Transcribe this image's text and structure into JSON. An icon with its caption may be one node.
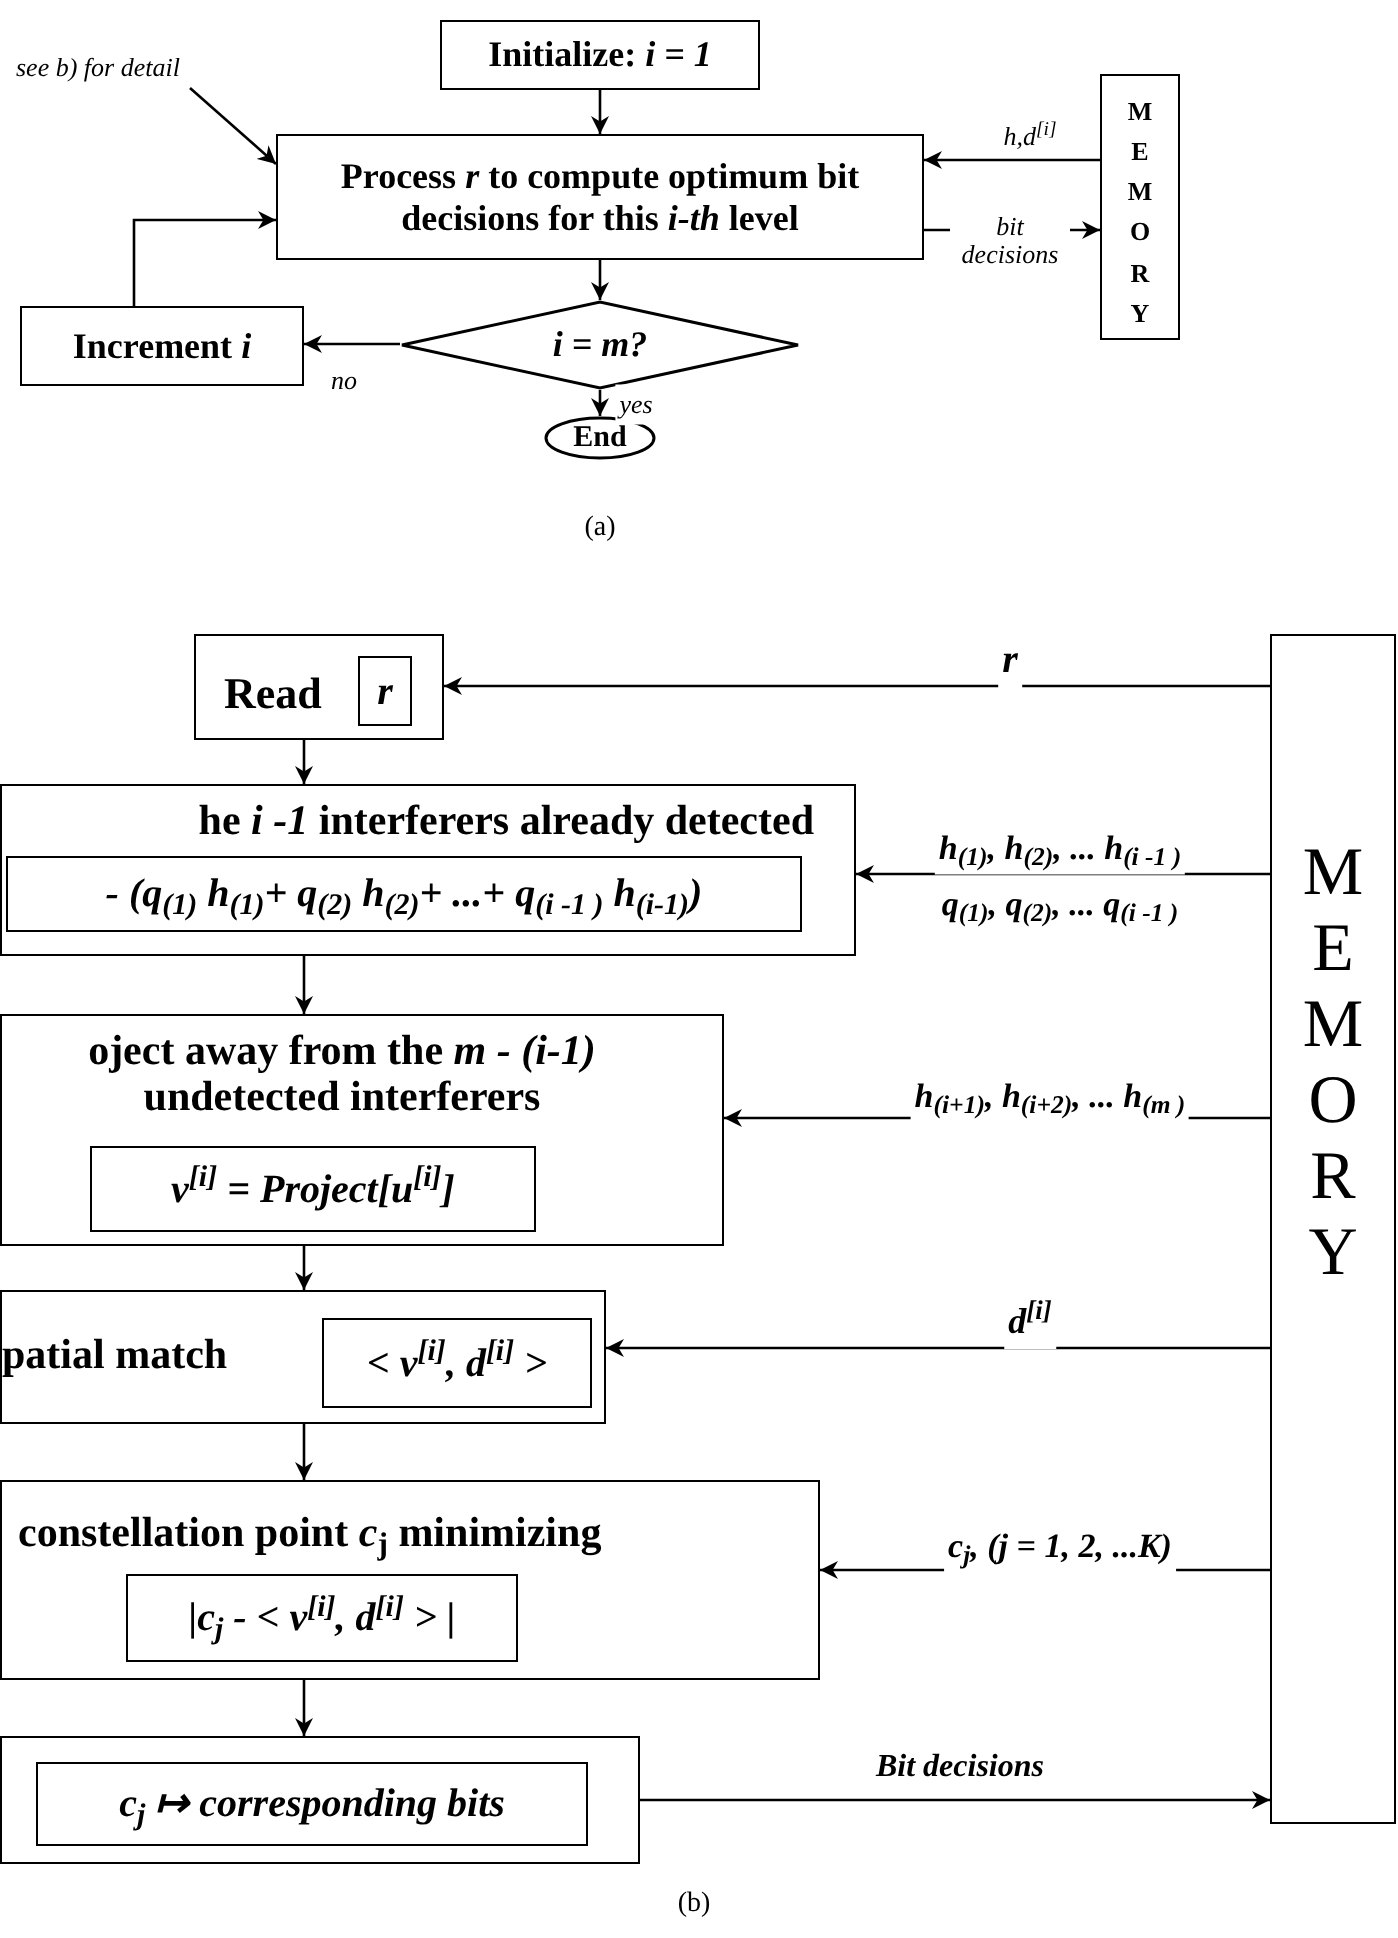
{
  "diagram": {
    "nodes": [
      {
        "text": [
          "see b) for detail"
        ]
      },
      {
        "text": [
          "Initialize: *i = 1*"
        ]
      },
      {
        "text": [
          "Process *r* to compute optimum bit decisions for this *i-th* level"
        ]
      },
      {
        "text": [
          "MEMORY"
        ]
      },
      {
        "text": [
          "i = m?"
        ]
      },
      {
        "text": [
          "Increment *i*"
        ]
      },
      {
        "text": [
          "End"
        ]
      },
      {
        "text": [
          "Read"
        ]
      },
      {
        "text": [
          "r"
        ],
        "in": 7
      },
      {
        "text": [
          "he *i -1* interferers already detected"
        ]
      },
      {
        "text": [
          "- (q$_{(1)}$ h$_{(1)}$+ q$_{(2)}$ h$_{(2)}$+ ...+ q$_{(i -1 )}$ h$_{(i-1)}$)"
        ],
        "in": 9
      },
      {
        "text": [
          "oject away from the *m - (i-1)* undetected interferers"
        ]
      },
      {
        "text": [
          "v$^{[i]}$ = Project[u$^{[i]}$]"
        ],
        "in": 11
      },
      {
        "text": [
          "patial match"
        ]
      },
      {
        "text": [
          "< v$^{[i]}$, d$^{[i]}$ >"
        ],
        "in": 13
      },
      {
        "text": [
          "constellation point *c*$_{j}$ minimizing"
        ]
      },
      {
        "text": [
          "|c$_{j}$ - < v$^{[i]}$, d$^{[i]}$ > |"
        ],
        "in": 15
      },
      {
        "text": [],
        "shape": "box"
      },
      {
        "text": [
          "c$_{j}$ ↦ corresponding bits"
        ],
        "in": 17
      },
      {
        "text": [
          "MEMORY"
        ]
      }
    ],
    "edges": [
      {
        "from": 0,
        "to": 2,
        "arrow": "to"
      },
      {
        "from": 1,
        "to": 2,
        "arrow": "to"
      },
      {
        "from": 3,
        "to": 2,
        "arrow": "to",
        "label": "h,d$^{[i]}$"
      },
      {
        "from": 2,
        "to": 3,
        "arrow": "to",
        "label": "bit decisions"
      },
      {
        "from": 2,
        "to": 4,
        "arrow": "to"
      },
      {
        "from": 4,
        "to": 5,
        "arrow": "to",
        "label": "no"
      },
      {
        "from": 5,
        "to": 2,
        "arrow": "to"
      },
      {
        "from": 4,
        "to": 6,
        "arrow": "to",
        "label": "yes"
      },
      {
        "from": 19,
        "to": 7,
        "arrow": "to",
        "label": "r"
      },
      {
        "from": 7,
        "to": 9,
        "arrow": "to"
      },
      {
        "from": 19,
        "to": 9,
        "arrow": "to",
        "label": "h$_{(1)}$, h$_{(2)}$, ... h$_{(i -1 )}$"
      },
      {
        "from": 9,
        "to": 11,
        "arrow": "to"
      },
      {
        "from": 19,
        "to": 11,
        "arrow": "to",
        "label": "h$_{(i+1)}$, h$_{(i+2)}$, ... h$_{(m )}$"
      },
      {
        "from": 11,
        "to": 13,
        "arrow": "to"
      },
      {
        "from": 19,
        "to": 13,
        "arrow": "to",
        "label": "d$^{[i]}$"
      },
      {
        "from": 13,
        "to": 15,
        "arrow": "to"
      },
      {
        "from": 19,
        "to": 15,
        "arrow": "to",
        "label": "c$_{j}$, (j = 1, 2, ...K)"
      },
      {
        "from": 15,
        "to": 17,
        "arrow": "to"
      },
      {
        "from": 17,
        "to": 19,
        "arrow": "to",
        "label": "Bit decisions"
      }
    ],
    "labels": [
      "(a)",
      "q$_{(1)}$, q$_{(2)}$, ... q$_{(i -1 )}$",
      "(b)"
    ]
  }
}
